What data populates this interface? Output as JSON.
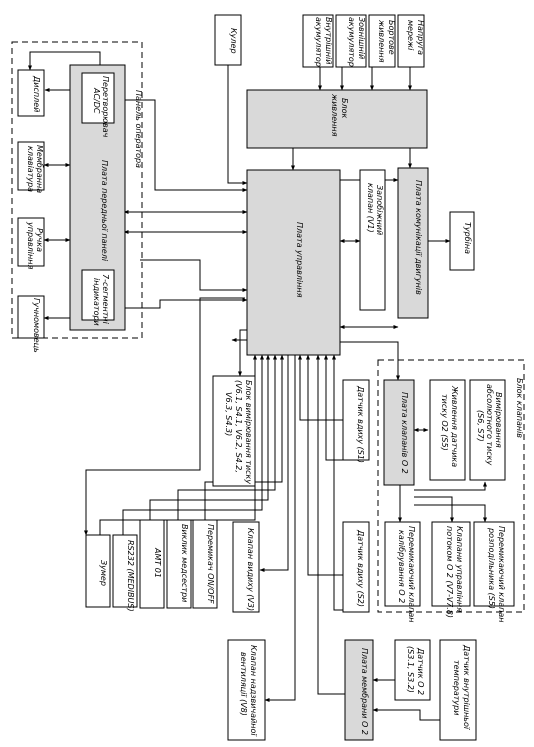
{
  "diagram": {
    "operator_panel": {
      "title": "Панель оператора",
      "front_board": "Плата передньої панелі",
      "ac_dc": [
        "Перетворювач",
        "AC/DC"
      ],
      "seven_seg": [
        "7-сегментні",
        "індикатори"
      ],
      "display": "Дисплей",
      "keyboard": [
        "Мембранна",
        "клавіатура"
      ],
      "knob": [
        "Ручка",
        "управління"
      ],
      "speaker": "Гучномовець"
    },
    "cooler": "Кулер",
    "power_sources": {
      "internal_battery": [
        "Внутрішній",
        "акумулятор"
      ],
      "external_battery": [
        "Зовнішній",
        "акумулятор"
      ],
      "onboard_power": [
        "Бортове",
        "живлення"
      ],
      "mains": [
        "Напруга",
        "мережі"
      ]
    },
    "power_block": [
      "Блок",
      "живлення"
    ],
    "control_board": "Плата управління",
    "relief_valve": [
      "Запобіжний",
      "клапан (V1)"
    ],
    "turbine_board": "Плата комунікації двигунів",
    "turbine": "Турбіна",
    "valve_block": {
      "title": "Блок клапанів",
      "o2_valve_board": "Плата клапанів О 2",
      "abs_pressure": [
        "Вимірювання",
        "абсолютного тиску",
        "(S6, S7)"
      ],
      "o2_pressure_sensor": [
        "Живлення датчика",
        "тиску О2 (S5)"
      ],
      "flow_switch_valve": [
        "Перемикаючий клапан",
        "розподільника (S5)"
      ],
      "o2_flow_valves": [
        "Клапани управління",
        "потоком О 2 (V7-V7.8)"
      ],
      "calibration_valve": [
        "Перемикаючий клапан",
        "калібрування О 2"
      ]
    },
    "pressure_block": [
      "Блок вимірювання тиску",
      "(V6.1, S4.1, V6.2, S4.2,",
      "V6.3, S4.3)"
    ],
    "inhale_sensor": "Датчик вдиху (S1)",
    "exhale_sensor": "Датчик вдиху (S2)",
    "exhale_valve": "Клапан видиху (V3)",
    "emergency_valve": [
      "Клапан надзвичайної",
      "вентиляції (V8)"
    ],
    "o2_membrane_board": "Плата мембрани О 2",
    "o2_sensors": [
      "Датчик О 2",
      "(S3.1, S3.2)"
    ],
    "internal_temp": [
      "Датчик внутрішньої",
      "температури"
    ],
    "buzzer": "Зумер",
    "rs232": "RS232 (MEDIBUS)",
    "amt": "AMT 01",
    "nurse_call": "Виклик медсестри",
    "on_off": "Перемикач ON/OFF"
  }
}
